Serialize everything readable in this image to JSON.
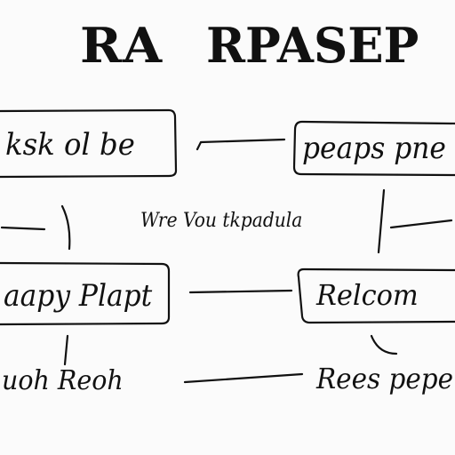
{
  "title": {
    "left": "RA",
    "right": "RPASEP"
  },
  "boxes": {
    "top_left": "ksk ol be",
    "top_right": "peaps pne",
    "mid_left": "aapy Plapt",
    "mid_right": "Relcom"
  },
  "labels": {
    "center": "Wre Vou tkpadula",
    "bottom_left": "uoh Reoh",
    "bottom_right": "Rees pepe"
  }
}
